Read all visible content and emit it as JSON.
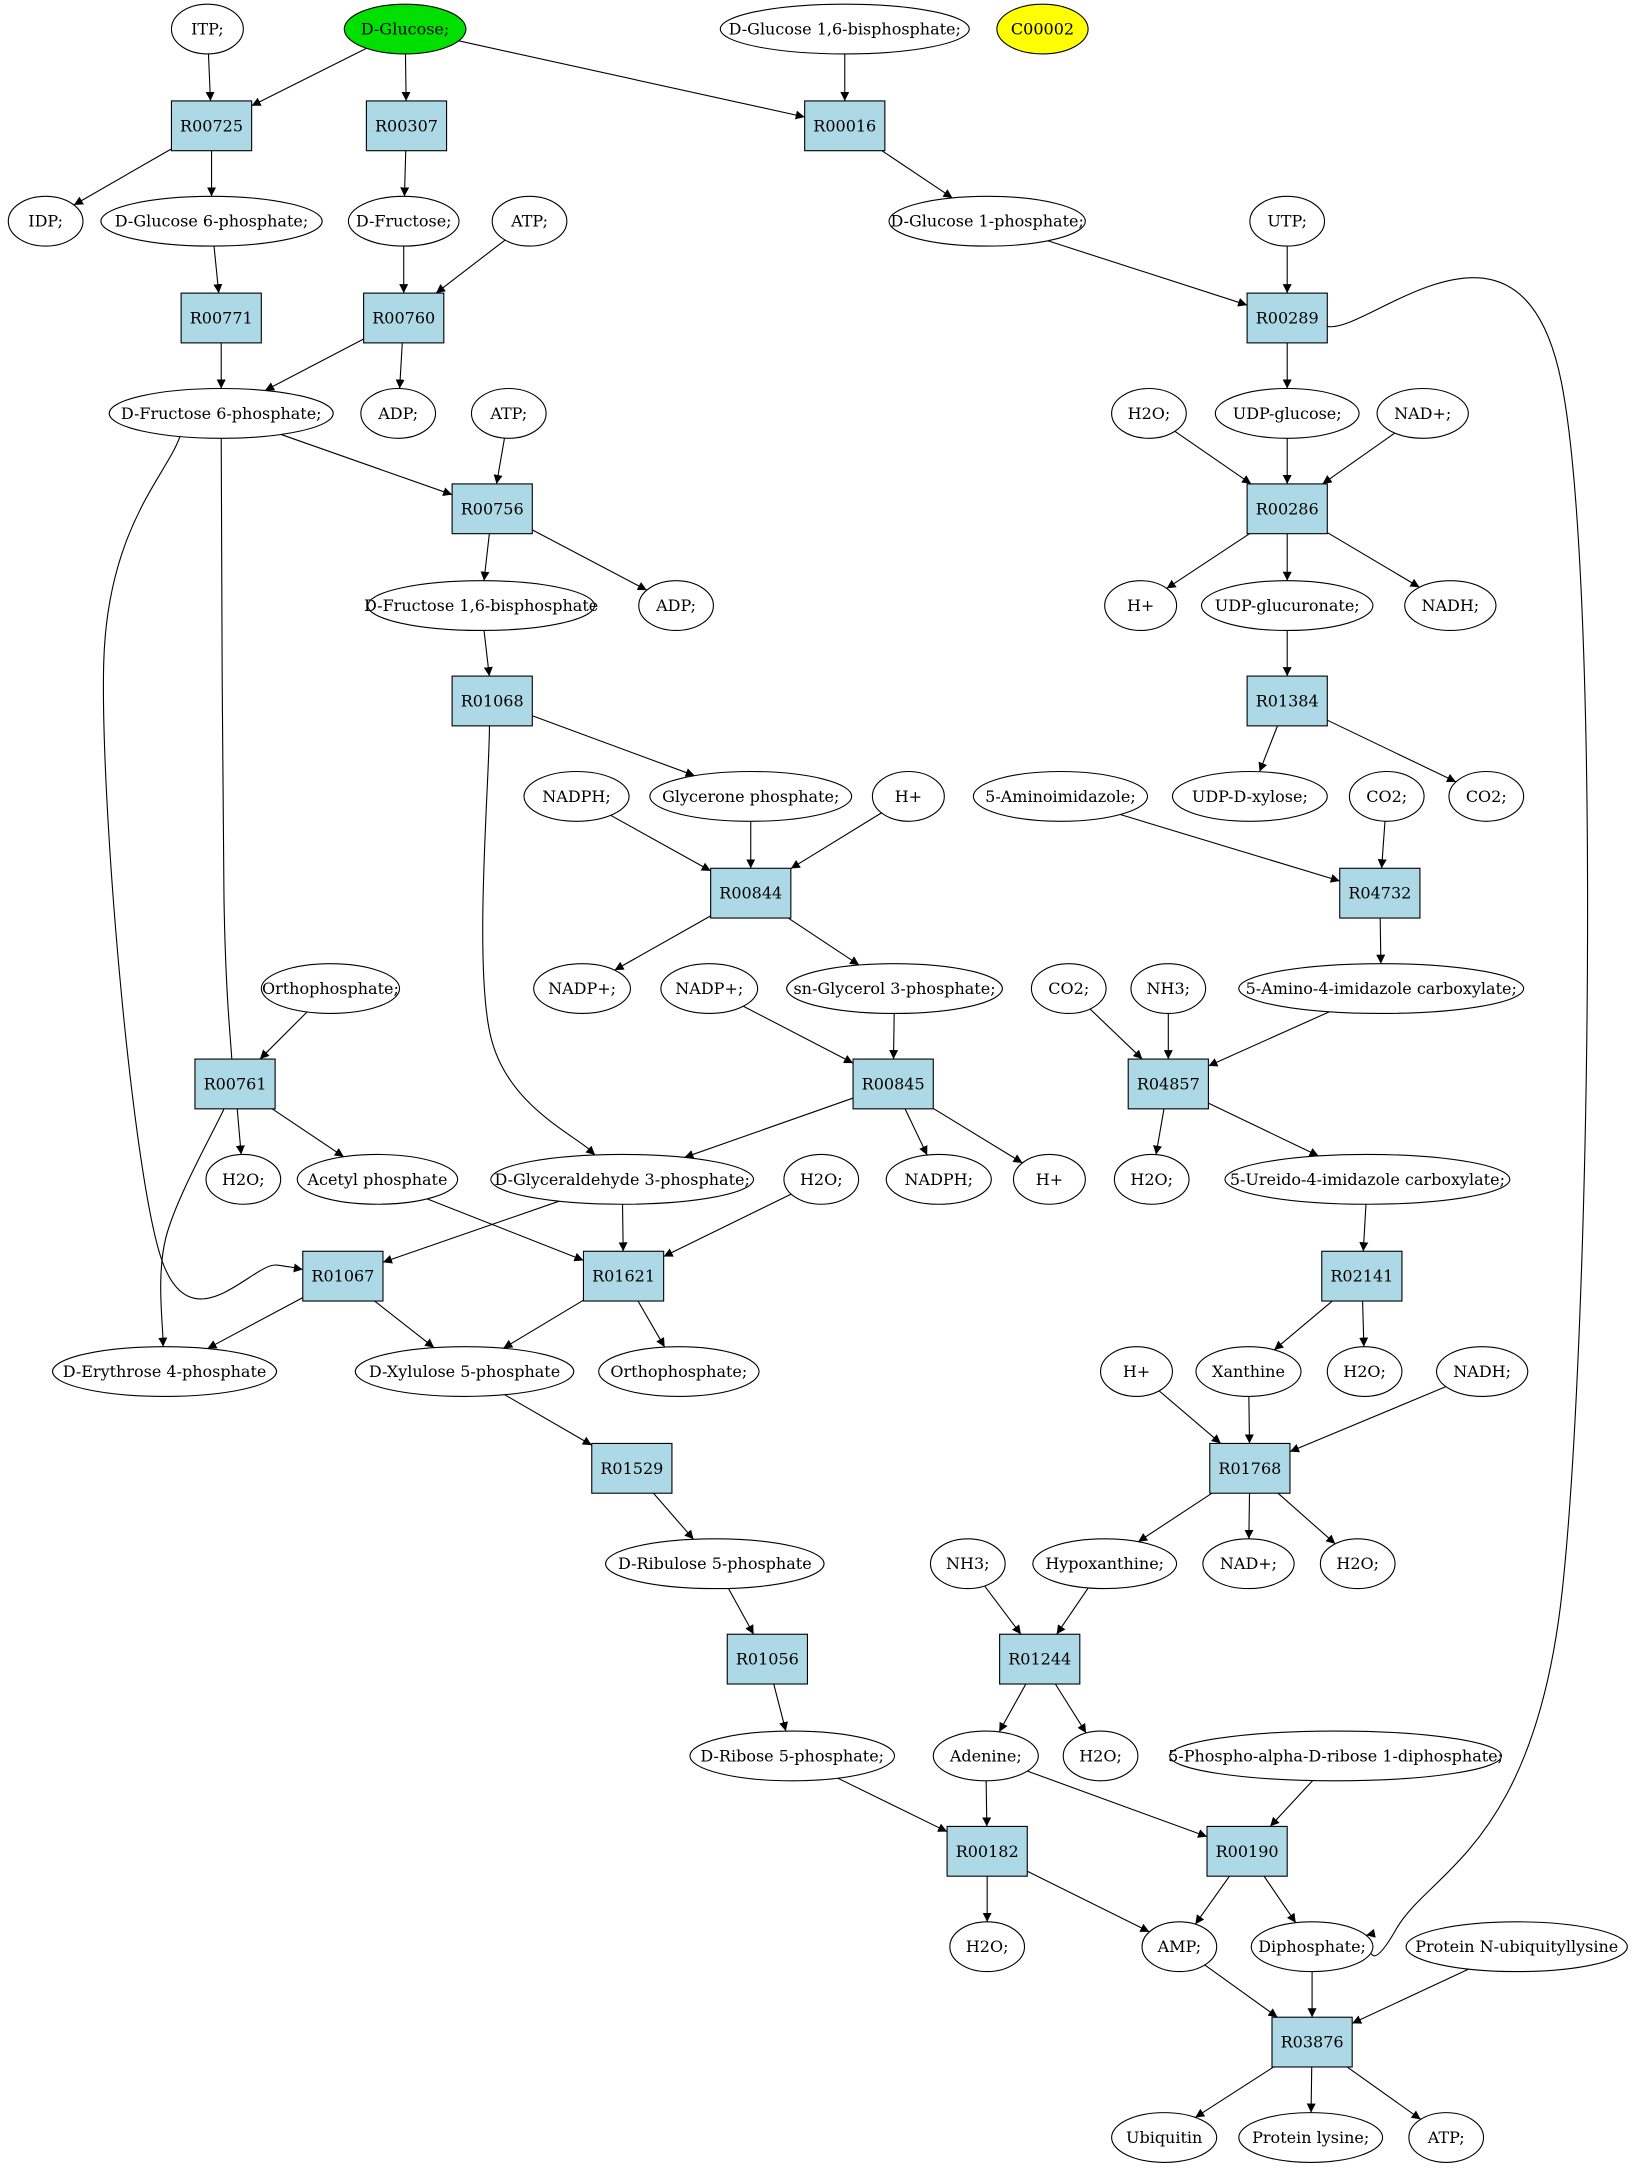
{
  "colors": {
    "reaction_fill": "#add8e6",
    "compound_fill": "#ffffff",
    "source_fill": "#00e000",
    "highlight_fill": "#ffff00",
    "stroke": "#000000"
  },
  "nodes": [
    {
      "id": "c_itp",
      "label": "ITP;",
      "kind": "compound"
    },
    {
      "id": "c_glucose",
      "label": "D-Glucose;",
      "kind": "source"
    },
    {
      "id": "c_g16bp",
      "label": "D-Glucose 1,6-bisphosphate;",
      "kind": "compound"
    },
    {
      "id": "c_c00002",
      "label": "C00002",
      "kind": "highlight"
    },
    {
      "id": "r_R00725",
      "label": "R00725",
      "kind": "reaction"
    },
    {
      "id": "r_R00307",
      "label": "R00307",
      "kind": "reaction"
    },
    {
      "id": "r_R00016",
      "label": "R00016",
      "kind": "reaction"
    },
    {
      "id": "c_idp",
      "label": "IDP;",
      "kind": "compound"
    },
    {
      "id": "c_g6p",
      "label": "D-Glucose 6-phosphate;",
      "kind": "compound"
    },
    {
      "id": "c_fructose",
      "label": "D-Fructose;",
      "kind": "compound"
    },
    {
      "id": "c_atp1",
      "label": "ATP;",
      "kind": "compound"
    },
    {
      "id": "c_g1p",
      "label": "D-Glucose 1-phosphate;",
      "kind": "compound"
    },
    {
      "id": "c_utp",
      "label": "UTP;",
      "kind": "compound"
    },
    {
      "id": "r_R00771",
      "label": "R00771",
      "kind": "reaction"
    },
    {
      "id": "r_R00760",
      "label": "R00760",
      "kind": "reaction"
    },
    {
      "id": "r_R00289",
      "label": "R00289",
      "kind": "reaction"
    },
    {
      "id": "c_f6p",
      "label": "D-Fructose 6-phosphate;",
      "kind": "compound"
    },
    {
      "id": "c_adp1",
      "label": "ADP;",
      "kind": "compound"
    },
    {
      "id": "c_atp2",
      "label": "ATP;",
      "kind": "compound"
    },
    {
      "id": "c_h2o_a",
      "label": "H2O;",
      "kind": "compound"
    },
    {
      "id": "c_udpglc",
      "label": "UDP-glucose;",
      "kind": "compound"
    },
    {
      "id": "c_nad1",
      "label": "NAD+;",
      "kind": "compound"
    },
    {
      "id": "r_R00756",
      "label": "R00756",
      "kind": "reaction"
    },
    {
      "id": "r_R00286",
      "label": "R00286",
      "kind": "reaction"
    },
    {
      "id": "c_f16bp",
      "label": "D-Fructose 1,6-bisphosphate",
      "kind": "compound"
    },
    {
      "id": "c_adp2",
      "label": "ADP;",
      "kind": "compound"
    },
    {
      "id": "c_hp_a",
      "label": "H+",
      "kind": "compound"
    },
    {
      "id": "c_udpglcua",
      "label": "UDP-glucuronate;",
      "kind": "compound"
    },
    {
      "id": "c_nadh1",
      "label": "NADH;",
      "kind": "compound"
    },
    {
      "id": "r_R01068",
      "label": "R01068",
      "kind": "reaction"
    },
    {
      "id": "r_R01384",
      "label": "R01384",
      "kind": "reaction"
    },
    {
      "id": "c_nadph1",
      "label": "NADPH;",
      "kind": "compound"
    },
    {
      "id": "c_gnp",
      "label": "Glycerone phosphate;",
      "kind": "compound"
    },
    {
      "id": "c_hp_b",
      "label": "H+",
      "kind": "compound"
    },
    {
      "id": "c_aminoimid",
      "label": "5-Aminoimidazole;",
      "kind": "compound"
    },
    {
      "id": "c_udpxyl",
      "label": "UDP-D-xylose;",
      "kind": "compound"
    },
    {
      "id": "c_co2_a",
      "label": "CO2;",
      "kind": "compound"
    },
    {
      "id": "c_co2_b",
      "label": "CO2;",
      "kind": "compound"
    },
    {
      "id": "r_R00844",
      "label": "R00844",
      "kind": "reaction"
    },
    {
      "id": "r_R04732",
      "label": "R04732",
      "kind": "reaction"
    },
    {
      "id": "c_orthop1",
      "label": "Orthophosphate;",
      "kind": "compound"
    },
    {
      "id": "c_nadp1",
      "label": "NADP+;",
      "kind": "compound"
    },
    {
      "id": "c_nadp2",
      "label": "NADP+;",
      "kind": "compound"
    },
    {
      "id": "c_g3p",
      "label": "sn-Glycerol 3-phosphate;",
      "kind": "compound"
    },
    {
      "id": "c_co2_c",
      "label": "CO2;",
      "kind": "compound"
    },
    {
      "id": "c_nh3_a",
      "label": "NH3;",
      "kind": "compound"
    },
    {
      "id": "c_aicarb",
      "label": "5-Amino-4-imidazole carboxylate;",
      "kind": "compound"
    },
    {
      "id": "r_R00761",
      "label": "R00761",
      "kind": "reaction"
    },
    {
      "id": "r_R00845",
      "label": "R00845",
      "kind": "reaction"
    },
    {
      "id": "r_R04857",
      "label": "R04857",
      "kind": "reaction"
    },
    {
      "id": "c_h2o_b",
      "label": "H2O;",
      "kind": "compound"
    },
    {
      "id": "c_acetylp",
      "label": "Acetyl phosphate",
      "kind": "compound"
    },
    {
      "id": "c_gap",
      "label": "D-Glyceraldehyde 3-phosphate;",
      "kind": "compound"
    },
    {
      "id": "c_h2o_c",
      "label": "H2O;",
      "kind": "compound"
    },
    {
      "id": "c_nadph2",
      "label": "NADPH;",
      "kind": "compound"
    },
    {
      "id": "c_hp_c",
      "label": "H+",
      "kind": "compound"
    },
    {
      "id": "c_h2o_d",
      "label": "H2O;",
      "kind": "compound"
    },
    {
      "id": "c_uicarb",
      "label": "5-Ureido-4-imidazole carboxylate;",
      "kind": "compound"
    },
    {
      "id": "r_R01067",
      "label": "R01067",
      "kind": "reaction"
    },
    {
      "id": "r_R01621",
      "label": "R01621",
      "kind": "reaction"
    },
    {
      "id": "r_R02141",
      "label": "R02141",
      "kind": "reaction"
    },
    {
      "id": "c_e4p",
      "label": "D-Erythrose 4-phosphate",
      "kind": "compound"
    },
    {
      "id": "c_x5p",
      "label": "D-Xylulose 5-phosphate",
      "kind": "compound"
    },
    {
      "id": "c_orthop2",
      "label": "Orthophosphate;",
      "kind": "compound"
    },
    {
      "id": "c_hp_d",
      "label": "H+",
      "kind": "compound"
    },
    {
      "id": "c_xanthine",
      "label": "Xanthine",
      "kind": "compound"
    },
    {
      "id": "c_h2o_e",
      "label": "H2O;",
      "kind": "compound"
    },
    {
      "id": "c_nadh2",
      "label": "NADH;",
      "kind": "compound"
    },
    {
      "id": "r_R01529",
      "label": "R01529",
      "kind": "reaction"
    },
    {
      "id": "r_R01768",
      "label": "R01768",
      "kind": "reaction"
    },
    {
      "id": "c_ru5p",
      "label": "D-Ribulose 5-phosphate",
      "kind": "compound"
    },
    {
      "id": "c_nh3_b",
      "label": "NH3;",
      "kind": "compound"
    },
    {
      "id": "c_hypox",
      "label": "Hypoxanthine;",
      "kind": "compound"
    },
    {
      "id": "c_nad2",
      "label": "NAD+;",
      "kind": "compound"
    },
    {
      "id": "c_h2o_f",
      "label": "H2O;",
      "kind": "compound"
    },
    {
      "id": "r_R01056",
      "label": "R01056",
      "kind": "reaction"
    },
    {
      "id": "r_R01244",
      "label": "R01244",
      "kind": "reaction"
    },
    {
      "id": "c_r5p",
      "label": "D-Ribose 5-phosphate;",
      "kind": "compound"
    },
    {
      "id": "c_adenine",
      "label": "Adenine;",
      "kind": "compound"
    },
    {
      "id": "c_h2o_g",
      "label": "H2O;",
      "kind": "compound"
    },
    {
      "id": "c_prpp",
      "label": "5-Phospho-alpha-D-ribose 1-diphosphate;",
      "kind": "compound"
    },
    {
      "id": "r_R00182",
      "label": "R00182",
      "kind": "reaction"
    },
    {
      "id": "r_R00190",
      "label": "R00190",
      "kind": "reaction"
    },
    {
      "id": "c_h2o_h",
      "label": "H2O;",
      "kind": "compound"
    },
    {
      "id": "c_amp",
      "label": "AMP;",
      "kind": "compound"
    },
    {
      "id": "c_diphos",
      "label": "Diphosphate;",
      "kind": "compound"
    },
    {
      "id": "c_protubq",
      "label": "Protein N-ubiquityllysine",
      "kind": "compound"
    },
    {
      "id": "r_R03876",
      "label": "R03876",
      "kind": "reaction"
    },
    {
      "id": "c_ubiquitin",
      "label": "Ubiquitin",
      "kind": "compound"
    },
    {
      "id": "c_protlys",
      "label": "Protein lysine;",
      "kind": "compound"
    },
    {
      "id": "c_atp3",
      "label": "ATP;",
      "kind": "compound"
    }
  ],
  "edges": [
    [
      "c_itp",
      "r_R00725"
    ],
    [
      "c_glucose",
      "r_R00725"
    ],
    [
      "c_glucose",
      "r_R00307"
    ],
    [
      "c_glucose",
      "r_R00016"
    ],
    [
      "c_g16bp",
      "r_R00016"
    ],
    [
      "r_R00725",
      "c_idp"
    ],
    [
      "r_R00725",
      "c_g6p"
    ],
    [
      "r_R00307",
      "c_fructose"
    ],
    [
      "r_R00016",
      "c_g1p"
    ],
    [
      "c_g6p",
      "r_R00771"
    ],
    [
      "c_fructose",
      "r_R00760"
    ],
    [
      "c_atp1",
      "r_R00760"
    ],
    [
      "c_g1p",
      "r_R00289"
    ],
    [
      "c_utp",
      "r_R00289"
    ],
    [
      "r_R00771",
      "c_f6p"
    ],
    [
      "r_R00760",
      "c_f6p"
    ],
    [
      "r_R00760",
      "c_adp1"
    ],
    [
      "r_R00289",
      "c_udpglc"
    ],
    [
      "r_R00289",
      "c_diphos"
    ],
    [
      "c_f6p",
      "r_R00756"
    ],
    [
      "c_atp2",
      "r_R00756"
    ],
    [
      "c_f6p",
      "r_R00761"
    ],
    [
      "c_f6p",
      "r_R01067"
    ],
    [
      "c_h2o_a",
      "r_R00286"
    ],
    [
      "c_udpglc",
      "r_R00286"
    ],
    [
      "c_nad1",
      "r_R00286"
    ],
    [
      "r_R00756",
      "c_f16bp"
    ],
    [
      "r_R00756",
      "c_adp2"
    ],
    [
      "r_R00286",
      "c_hp_a"
    ],
    [
      "r_R00286",
      "c_udpglcua"
    ],
    [
      "r_R00286",
      "c_nadh1"
    ],
    [
      "c_f16bp",
      "r_R01068"
    ],
    [
      "c_udpglcua",
      "r_R01384"
    ],
    [
      "r_R01068",
      "c_gnp"
    ],
    [
      "r_R01068",
      "c_gap"
    ],
    [
      "r_R01384",
      "c_udpxyl"
    ],
    [
      "r_R01384",
      "c_co2_b"
    ],
    [
      "c_nadph1",
      "r_R00844"
    ],
    [
      "c_gnp",
      "r_R00844"
    ],
    [
      "c_hp_b",
      "r_R00844"
    ],
    [
      "c_aminoimid",
      "r_R04732"
    ],
    [
      "c_co2_a",
      "r_R04732"
    ],
    [
      "r_R00844",
      "c_nadp1"
    ],
    [
      "r_R00844",
      "c_g3p"
    ],
    [
      "r_R04732",
      "c_aicarb"
    ],
    [
      "c_orthop1",
      "r_R00761"
    ],
    [
      "c_nadp2",
      "r_R00845"
    ],
    [
      "c_g3p",
      "r_R00845"
    ],
    [
      "c_co2_c",
      "r_R04857"
    ],
    [
      "c_nh3_a",
      "r_R04857"
    ],
    [
      "c_aicarb",
      "r_R04857"
    ],
    [
      "r_R00761",
      "c_h2o_b"
    ],
    [
      "r_R00761",
      "c_acetylp"
    ],
    [
      "r_R00761",
      "c_e4p"
    ],
    [
      "r_R00845",
      "c_gap"
    ],
    [
      "r_R00845",
      "c_nadph2"
    ],
    [
      "r_R00845",
      "c_hp_c"
    ],
    [
      "r_R04857",
      "c_h2o_d"
    ],
    [
      "r_R04857",
      "c_uicarb"
    ],
    [
      "c_gap",
      "r_R01067"
    ],
    [
      "c_gap",
      "r_R01621"
    ],
    [
      "c_acetylp",
      "r_R01621"
    ],
    [
      "c_h2o_c",
      "r_R01621"
    ],
    [
      "c_uicarb",
      "r_R02141"
    ],
    [
      "r_R01067",
      "c_e4p"
    ],
    [
      "r_R01067",
      "c_x5p"
    ],
    [
      "r_R01621",
      "c_x5p"
    ],
    [
      "r_R01621",
      "c_orthop2"
    ],
    [
      "r_R02141",
      "c_xanthine"
    ],
    [
      "r_R02141",
      "c_h2o_e"
    ],
    [
      "c_x5p",
      "r_R01529"
    ],
    [
      "c_hp_d",
      "r_R01768"
    ],
    [
      "c_xanthine",
      "r_R01768"
    ],
    [
      "c_nadh2",
      "r_R01768"
    ],
    [
      "r_R01529",
      "c_ru5p"
    ],
    [
      "r_R01768",
      "c_hypox"
    ],
    [
      "r_R01768",
      "c_nad2"
    ],
    [
      "r_R01768",
      "c_h2o_f"
    ],
    [
      "c_ru5p",
      "r_R01056"
    ],
    [
      "c_nh3_b",
      "r_R01244"
    ],
    [
      "c_hypox",
      "r_R01244"
    ],
    [
      "r_R01056",
      "c_r5p"
    ],
    [
      "r_R01244",
      "c_adenine"
    ],
    [
      "r_R01244",
      "c_h2o_g"
    ],
    [
      "c_r5p",
      "r_R00182"
    ],
    [
      "c_adenine",
      "r_R00182"
    ],
    [
      "c_adenine",
      "r_R00190"
    ],
    [
      "c_prpp",
      "r_R00190"
    ],
    [
      "r_R00182",
      "c_h2o_h"
    ],
    [
      "r_R00182",
      "c_amp"
    ],
    [
      "r_R00190",
      "c_amp"
    ],
    [
      "r_R00190",
      "c_diphos"
    ],
    [
      "c_amp",
      "r_R03876"
    ],
    [
      "c_diphos",
      "r_R03876"
    ],
    [
      "c_protubq",
      "r_R03876"
    ],
    [
      "r_R03876",
      "c_ubiquitin"
    ],
    [
      "r_R03876",
      "c_protlys"
    ],
    [
      "r_R03876",
      "c_atp3"
    ]
  ]
}
